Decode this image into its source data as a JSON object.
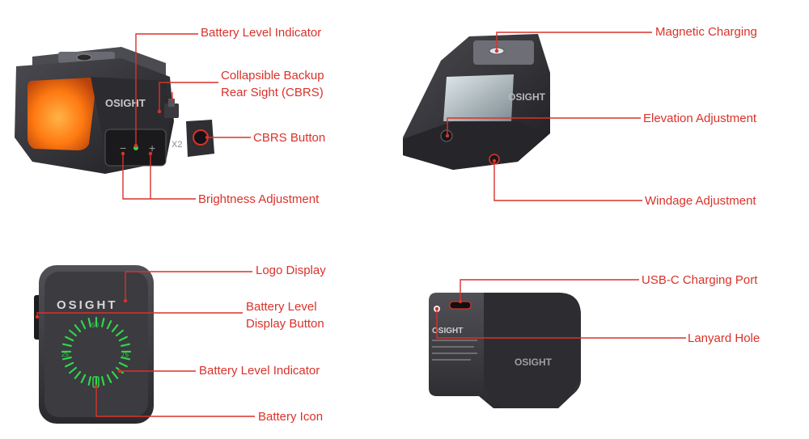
{
  "colors": {
    "callout": "#d9322a",
    "device_dark": "#2b2b2e",
    "device_mid": "#3c3c40",
    "lens_orange": "#ff8a1e",
    "indicator_green": "#2fd64a"
  },
  "device_branding": {
    "logo": "OSIGHT",
    "model_mark": "X2",
    "dial_ticks": [
      "50",
      "25",
      "75"
    ]
  },
  "top_left_view": {
    "labels": {
      "battery_level_indicator": "Battery Level Indicator",
      "cbrs_line1": "Collapsible Backup",
      "cbrs_line2": "Rear Sight (CBRS)",
      "cbrs_button": "CBRS Button",
      "brightness_adjustment": "Brightness Adjustment"
    }
  },
  "top_right_view": {
    "labels": {
      "magnetic_charging": "Magnetic Charging",
      "elevation_adjustment": "Elevation Adjustment",
      "windage_adjustment": "Windage Adjustment"
    }
  },
  "bottom_left_view": {
    "labels": {
      "logo_display": "Logo Display",
      "battery_display_button_line1": "Battery Level",
      "battery_display_button_line2": "Display Button",
      "battery_level_indicator": "Battery Level Indicator",
      "battery_icon": "Battery Icon"
    }
  },
  "bottom_right_view": {
    "labels": {
      "usb_c_port": "USB-C Charging Port",
      "lanyard_hole": "Lanyard Hole"
    }
  }
}
